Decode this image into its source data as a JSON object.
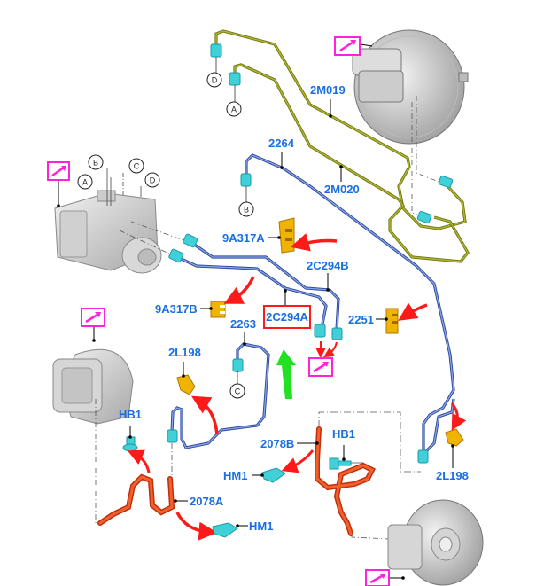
{
  "diagram": {
    "title": "Brake lines and hoses exploded view",
    "colors": {
      "label": "#1a6fe0",
      "front_tube": "#9aa21e",
      "rear_tube": "#4f6fc4",
      "hose": "#e8501e",
      "fitting": "#3fd0d8",
      "clip": "#f0b400",
      "arrow": "#ff1a1a",
      "highlight_box": "#ff1a1a",
      "pointer_arrow": "#22e022",
      "reference_icon": "#ff22dd"
    },
    "highlighted_part": "2C294A",
    "labels": {
      "l2M019": "2M019",
      "l2M020": "2M020",
      "l2264": "2264",
      "l9A317A": "9A317A",
      "l2C294B": "2C294B",
      "l9A317B": "9A317B",
      "l2C294A": "2C294A",
      "l2251": "2251",
      "l2263": "2263",
      "l2L198a": "2L198",
      "l2L198b": "2L198",
      "lHB1a": "HB1",
      "lHB1b": "HB1",
      "l2078A": "2078A",
      "l2078B": "2078B",
      "lHM1a": "HM1",
      "lHM1b": "HM1"
    },
    "connectors": {
      "A1": "A",
      "B1": "B",
      "C1": "C",
      "D1": "D",
      "A2": "A",
      "B2": "B",
      "C2": "C",
      "D2": "D"
    },
    "reference_icons": [
      "brake-booster-ref",
      "abs-module-ref",
      "front-caliper-ref",
      "line-end-ref",
      "rear-caliper-ref"
    ]
  }
}
